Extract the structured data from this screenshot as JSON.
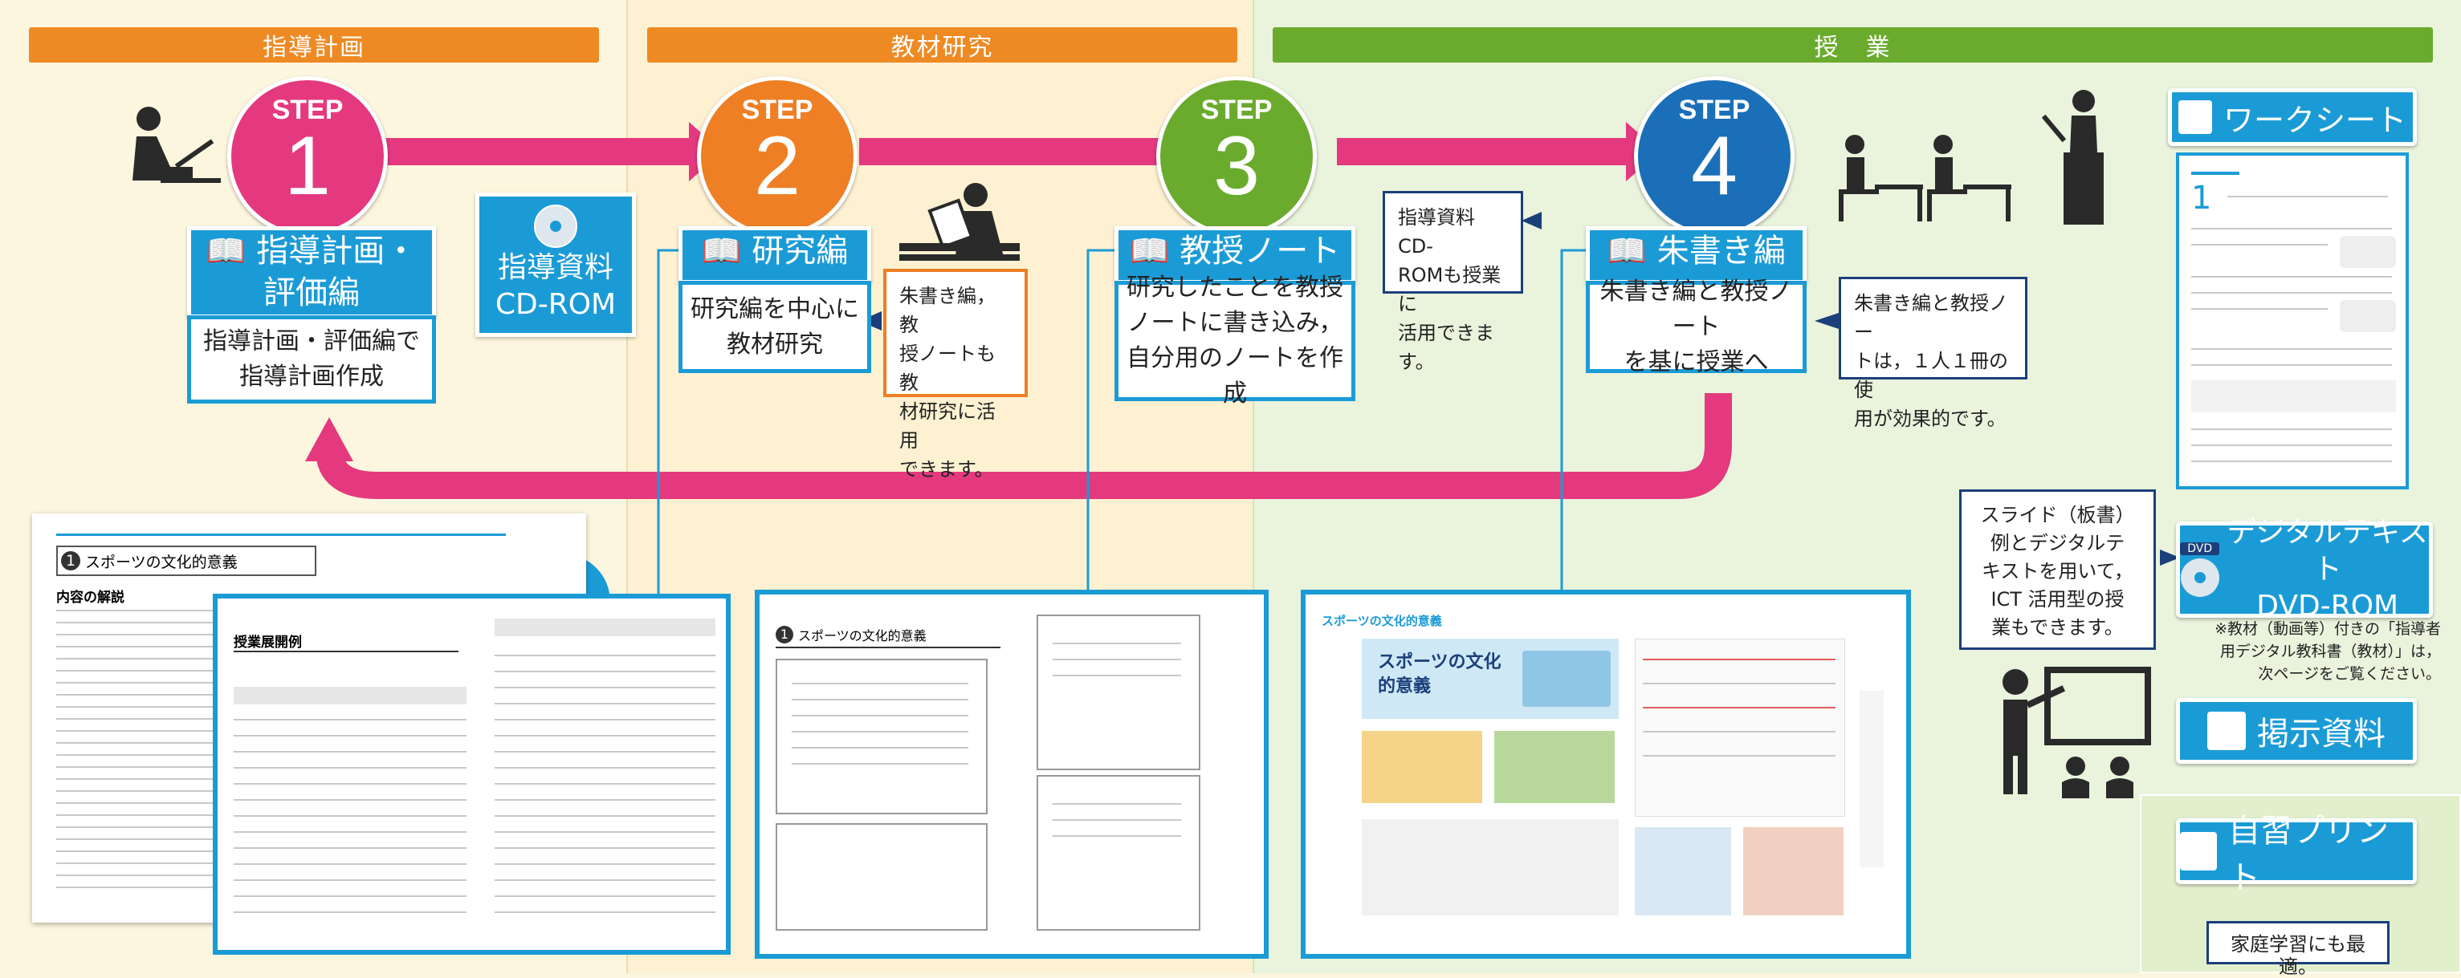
{
  "sections": [
    {
      "id": "plan",
      "header": "指導計画"
    },
    {
      "id": "study",
      "header": "教材研究"
    },
    {
      "id": "class",
      "header": "授　業"
    }
  ],
  "steps": [
    {
      "label": "STEP",
      "number": "1",
      "color": "#e4397e"
    },
    {
      "label": "STEP",
      "number": "2",
      "color": "#ee7f24"
    },
    {
      "label": "STEP",
      "number": "3",
      "color": "#6aab2e"
    },
    {
      "label": "STEP",
      "number": "4",
      "color": "#1a6fb8"
    }
  ],
  "step1": {
    "title_l1": "指導計画・",
    "title_l2": "評価編",
    "desc_l1": "指導計画・評価編で",
    "desc_l2": "指導計画作成"
  },
  "cdrom": {
    "l1": "指導資料",
    "l2": "CD-ROM",
    "icon": "cd-icon"
  },
  "step2": {
    "title": "研究編",
    "desc_l1": "研究編を中心に",
    "desc_l2": "教材研究"
  },
  "step2_note": {
    "l1": "朱書き編，教",
    "l2": "授ノートも教",
    "l3": "材研究に活用",
    "l4": "できます。"
  },
  "step3": {
    "title": "教授ノート",
    "desc_l1": "研究したことを教授",
    "desc_l2": "ノートに書き込み，",
    "desc_l3": "自分用のノートを作成"
  },
  "step4_note_cd": {
    "l1": "指導資料 CD-",
    "l2": "ROMも授業に",
    "l3": "活用できます。"
  },
  "step4": {
    "title": "朱書き編",
    "desc_l1": "朱書き編と教授ノート",
    "desc_l2": "を基に授業へ"
  },
  "step4_note": {
    "l1": "朱書き編と教授ノー",
    "l2": "トは，１人１冊の使",
    "l3": "用が効果的です。"
  },
  "right": {
    "worksheet": "ワークシート",
    "slide_note": {
      "l1": "スライド（板書）",
      "l2": "例とデジタルテ",
      "l3": "キストを用いて，",
      "l4": "ICT 活用型の授",
      "l5": "業もできます。"
    },
    "dvd_l1": "デジタルテキスト",
    "dvd_l2": "DVD-ROM",
    "dvd_badge": "DVD",
    "dvd_note_l1": "※教材（動画等）付きの「指導者",
    "dvd_note_l2": "用デジタル教科書（教材）」は，",
    "dvd_note_l3": "次ページをご覧ください。",
    "poster": "掲示資料",
    "print": "自習プリント",
    "print_note": "家庭学習にも最適。"
  },
  "pages": {
    "p1_title": "スポーツの文化的意義",
    "p1_sub": "内容の解説",
    "p2_title": "授業展開例",
    "p3_title": "スポーツの文化的意義",
    "p4_title": "スポーツの文化的意義",
    "p4_big": "スポーツの文化的意義",
    "num1": "1"
  },
  "colors": {
    "blue": "#1b9bd6",
    "pink": "#e4397e",
    "plan_bg": "#fdf6df",
    "study_bg": "#fef1d2",
    "class_bg": "#eaf3dc"
  }
}
